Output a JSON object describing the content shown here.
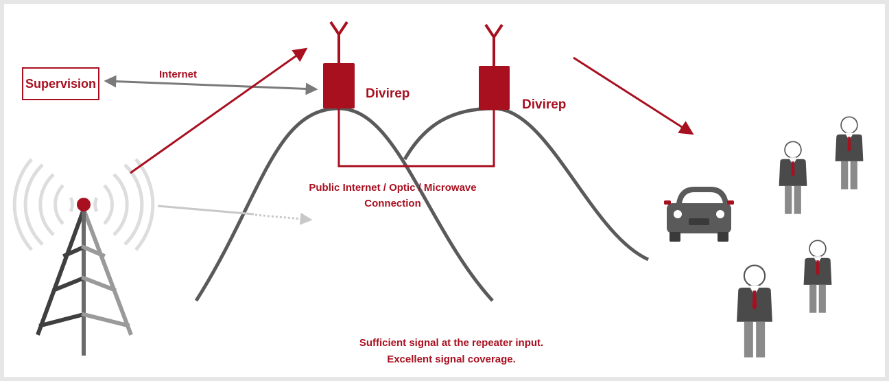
{
  "supervision": "Supervision",
  "internet": "Internet",
  "repeater1": "Divirep",
  "repeater2": "Divirep",
  "connection_line1": "Public Internet / Optic / Microwave",
  "connection_line2": "Connection",
  "caption_line1": "Sufficient signal at the repeater input.",
  "caption_line2": "Excellent signal coverage.",
  "colors": {
    "accent": "#a81020",
    "gray": "#606060",
    "light_gray": "#c8c8c8",
    "arrow_gray": "#7a7a7a"
  },
  "icons": [
    "cell-tower-icon",
    "antenna-icon",
    "repeater-icon",
    "car-icon",
    "person-icon"
  ]
}
